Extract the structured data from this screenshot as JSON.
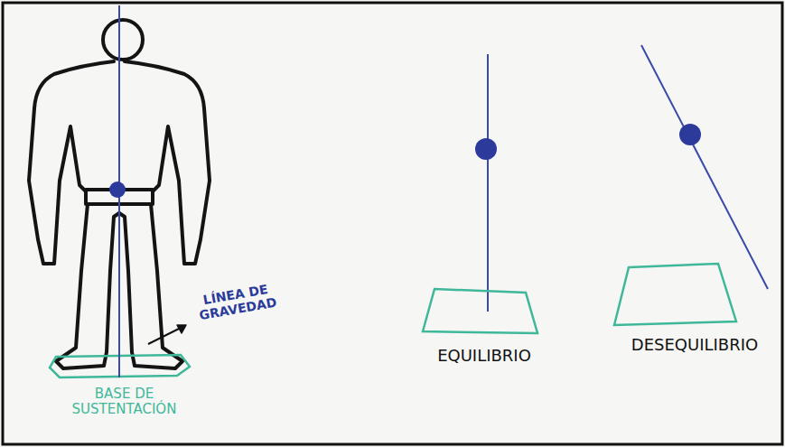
{
  "diagram": {
    "labels": [
      "LÍNEA DE GRAVEDAD",
      "BASE DE SUSTENTACIÓN",
      "EQUILIBRIO",
      "DESEQUILIBRIO"
    ]
  }
}
